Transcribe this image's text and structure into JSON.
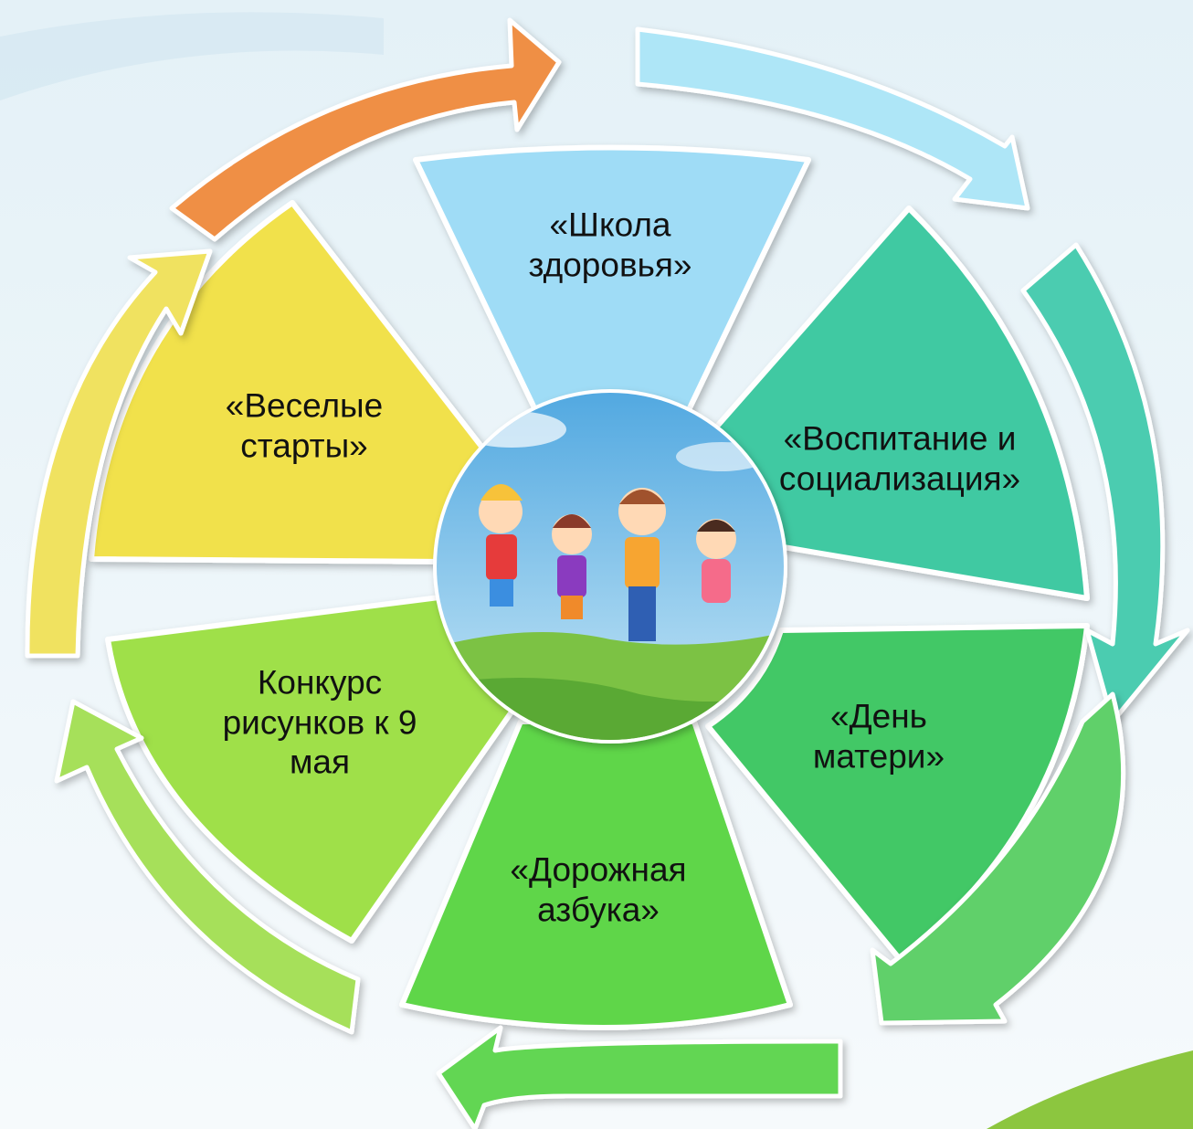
{
  "segments": [
    {
      "id": "health-school",
      "label": "«Школа\nздоровья»",
      "color": "#9fdcf6"
    },
    {
      "id": "upbringing",
      "label": "«Воспитание и\nсоциализация»",
      "color": "#40c9a2"
    },
    {
      "id": "mothers-day",
      "label": "«День\nматери»",
      "color": "#42c866"
    },
    {
      "id": "road-alphabet",
      "label": "«Дорожная\nазбука»",
      "color": "#5ed64a"
    },
    {
      "id": "drawing-contest",
      "label": "Конкурс\nрисунков к 9\nмая",
      "color": "#9fe04a"
    },
    {
      "id": "fun-starts",
      "label": "«Веселые\nстарты»",
      "color": "#f1e14c"
    }
  ],
  "arrows": [
    {
      "id": "top",
      "color": "#ef8f45"
    },
    {
      "id": "top-right",
      "color": "#aee6f7"
    },
    {
      "id": "right",
      "color": "#4bccb0"
    },
    {
      "id": "lower-right",
      "color": "#60d06a"
    },
    {
      "id": "bottom",
      "color": "#62d653"
    },
    {
      "id": "left",
      "color": "#a6e05a"
    },
    {
      "id": "upper-left",
      "color": "#f0e260"
    }
  ],
  "center_image": {
    "description_icon": "jumping-children-picture"
  }
}
